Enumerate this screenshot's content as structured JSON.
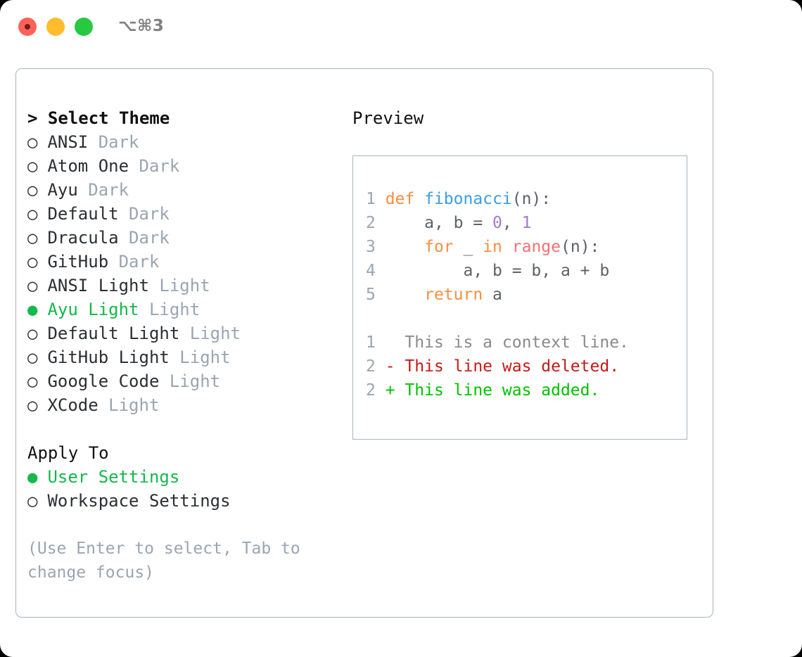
{
  "window": {
    "shortcut_label": "⌥⌘3",
    "traffic_lights": [
      {
        "name": "close-button",
        "color": "#ff6159"
      },
      {
        "name": "minimize-button",
        "color": "#ffbd2e"
      },
      {
        "name": "maximize-button",
        "color": "#28c840"
      }
    ]
  },
  "theme_list": {
    "header": "> Select Theme",
    "selected_marker": "●",
    "unselected_marker": "○",
    "items": [
      {
        "name": "ANSI",
        "badge": "Dark",
        "selected": false
      },
      {
        "name": "Atom One",
        "badge": "Dark",
        "selected": false
      },
      {
        "name": "Ayu",
        "badge": "Dark",
        "selected": false
      },
      {
        "name": "Default",
        "badge": "Dark",
        "selected": false
      },
      {
        "name": "Dracula",
        "badge": "Dark",
        "selected": false
      },
      {
        "name": "GitHub",
        "badge": "Dark",
        "selected": false
      },
      {
        "name": "ANSI Light",
        "badge": "Light",
        "selected": false
      },
      {
        "name": "Ayu Light",
        "badge": "Light",
        "selected": true
      },
      {
        "name": "Default Light",
        "badge": "Light",
        "selected": false
      },
      {
        "name": "GitHub Light",
        "badge": "Light",
        "selected": false
      },
      {
        "name": "Google Code",
        "badge": "Light",
        "selected": false
      },
      {
        "name": "XCode",
        "badge": "Light",
        "selected": false
      }
    ]
  },
  "apply_to": {
    "label": "Apply To",
    "options": [
      {
        "name": "User Settings",
        "selected": true
      },
      {
        "name": "Workspace Settings",
        "selected": false
      }
    ]
  },
  "hint": "(Use Enter to select, Tab to change focus)",
  "preview": {
    "header": "Preview",
    "code_lines": [
      {
        "lineno": "1",
        "tokens": [
          {
            "text": "def ",
            "type": "kw"
          },
          {
            "text": "fibonacci",
            "type": "fn"
          },
          {
            "text": "(n):",
            "type": "plain"
          }
        ]
      },
      {
        "lineno": "2",
        "tokens": [
          {
            "text": "    a, b = ",
            "type": "plain"
          },
          {
            "text": "0",
            "type": "num"
          },
          {
            "text": ", ",
            "type": "plain"
          },
          {
            "text": "1",
            "type": "num"
          }
        ]
      },
      {
        "lineno": "3",
        "tokens": [
          {
            "text": "    ",
            "type": "plain"
          },
          {
            "text": "for",
            "type": "kw"
          },
          {
            "text": " _ ",
            "type": "plain"
          },
          {
            "text": "in",
            "type": "kw"
          },
          {
            "text": " ",
            "type": "plain"
          },
          {
            "text": "range",
            "type": "builtin"
          },
          {
            "text": "(n):",
            "type": "plain"
          }
        ]
      },
      {
        "lineno": "4",
        "tokens": [
          {
            "text": "        a, b = b, a + b",
            "type": "plain"
          }
        ]
      },
      {
        "lineno": "5",
        "tokens": [
          {
            "text": "    ",
            "type": "plain"
          },
          {
            "text": "return",
            "type": "kw"
          },
          {
            "text": " a",
            "type": "plain"
          }
        ]
      }
    ],
    "diff_lines": [
      {
        "lineno": "1",
        "prefix": "  ",
        "text": "This is a context line.",
        "type": "ctx"
      },
      {
        "lineno": "2",
        "prefix": "- ",
        "text": "This line was deleted.",
        "type": "del"
      },
      {
        "lineno": "2",
        "prefix": "+ ",
        "text": "This line was added.",
        "type": "add"
      }
    ]
  },
  "colors": {
    "selected_green": "#14b84b",
    "badge_gray": "#9aa5b1",
    "border": "#a9b3c0",
    "keyword": "#fa8d3e",
    "function": "#399ee6",
    "number": "#a37acc",
    "builtin": "#f07171",
    "foreground": "#5c6166",
    "diff_deleted": "#c41a16",
    "diff_added": "#00c000",
    "diff_context": "#8a8a8a"
  }
}
